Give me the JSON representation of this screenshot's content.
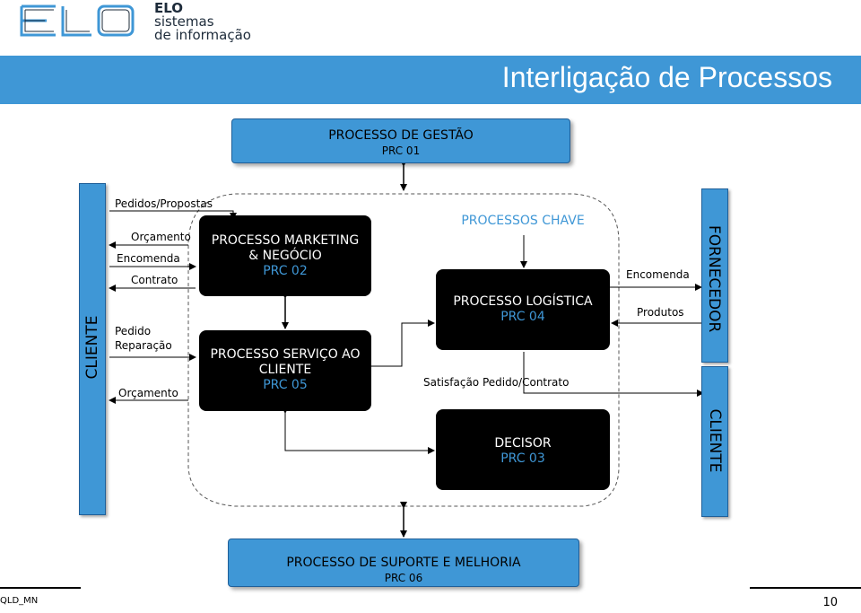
{
  "header": {
    "logo_text": "ELO",
    "company_name": "ELO",
    "company_line2": "sistemas",
    "company_line3": "de informação",
    "page_title": "Interligação de Processos"
  },
  "boxes": {
    "gestao": {
      "title": "PROCESSO DE GESTÃO",
      "code": "PRC 01"
    },
    "marketing": {
      "title_line1": "PROCESSO MARKETING",
      "title_line2": "& NEGÓCIO",
      "code": "PRC 02"
    },
    "servico": {
      "title_line1": "PROCESSO SERVIÇO AO",
      "title_line2": "CLIENTE",
      "code": "PRC 05"
    },
    "logistica": {
      "title": "PROCESSO LOGÍSTICA",
      "code": "PRC 04"
    },
    "decisor": {
      "title": "DECISOR",
      "code": "PRC 03"
    },
    "suporte": {
      "title": "PROCESSO DE SUPORTE E MELHORIA",
      "code": "PRC 06"
    }
  },
  "chave_title": "PROCESSOS CHAVE",
  "side_bars": {
    "left": "CLIENTE",
    "right_top": "FORNECEDOR",
    "right_bottom": "CLIENTE"
  },
  "labels": {
    "pedidos_propostas": "Pedidos/Propostas",
    "orcamento_top": "Orçamento",
    "encomenda_left": "Encomenda",
    "contrato": "Contrato",
    "pedido": "Pedido",
    "reparacao": "Reparação",
    "orcamento_bottom": "Orçamento",
    "encomenda_right": "Encomenda",
    "produtos": "Produtos",
    "satisfacao": "Satisfação Pedido/Contrato"
  },
  "footer": {
    "doc_code": "QLD_MN",
    "page_number": "10"
  },
  "colors": {
    "accent_blue": "#3f97d6",
    "box_black": "#000000"
  }
}
